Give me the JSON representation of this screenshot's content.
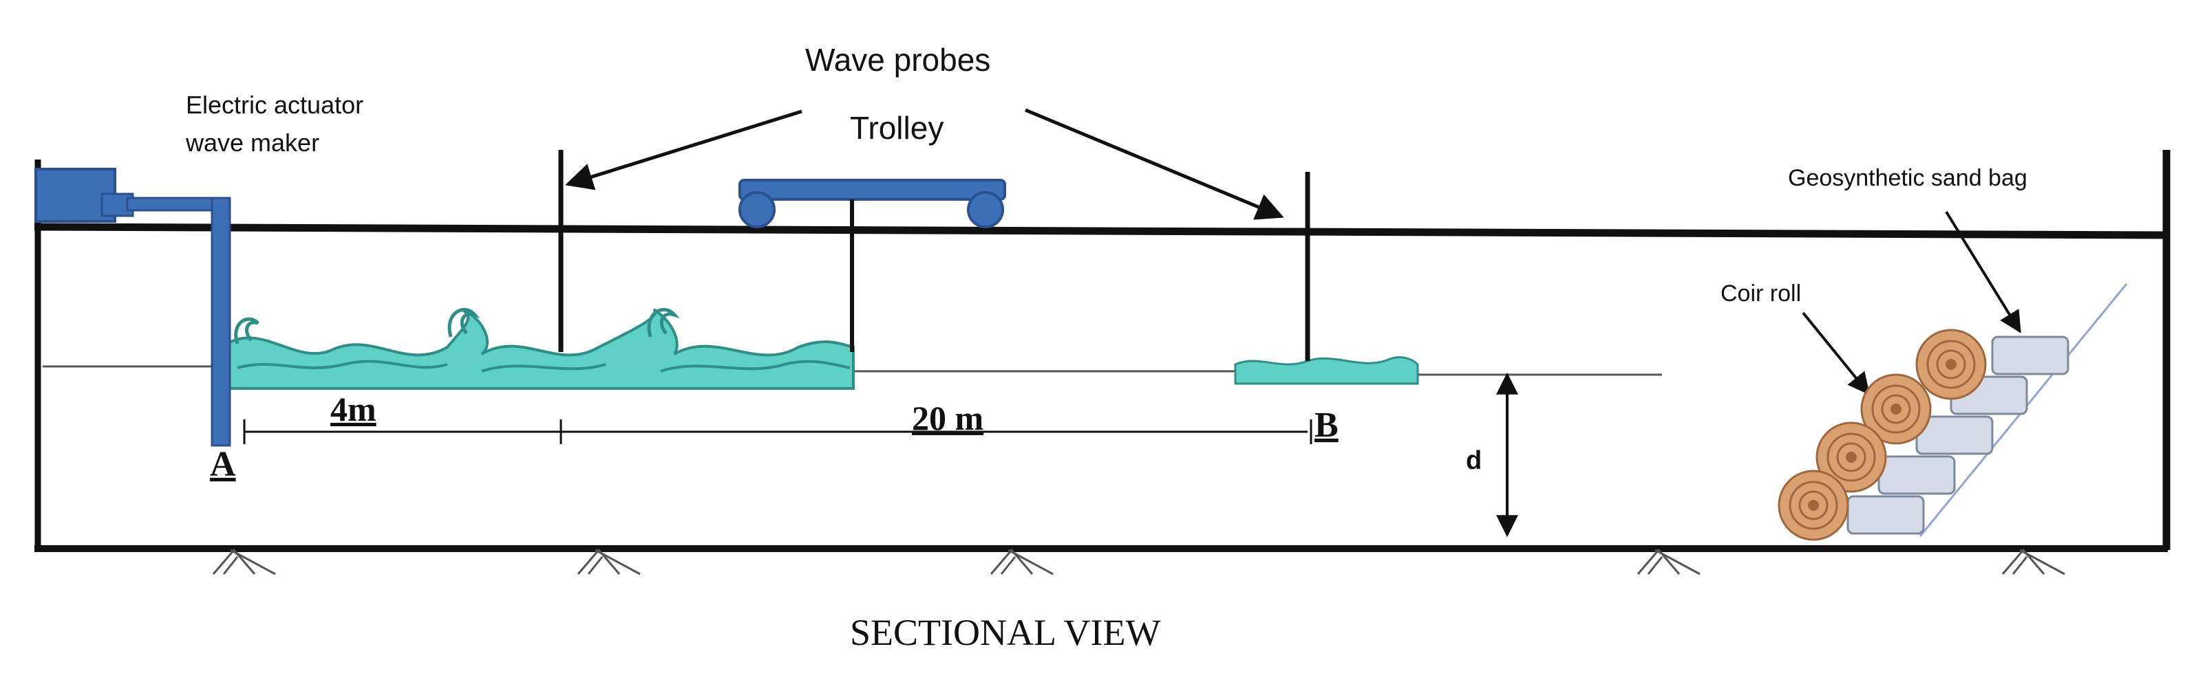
{
  "labels": {
    "wave_probes": "Wave probes",
    "trolley": "Trolley",
    "actuator_line1": "Electric actuator",
    "actuator_line2": "wave maker",
    "geo_bag": "Geosynthetic sand bag",
    "coir_roll": "Coir roll",
    "dist_4m": "4m",
    "dist_20m": "20 m",
    "point_a": "A",
    "point_b": "B",
    "depth": "d",
    "caption": "SECTIONAL VIEW"
  },
  "colors": {
    "line": "#111111",
    "actuator_blue": "#3d6fb6",
    "actuator_dark": "#2a5190",
    "water": "#5fd0c6",
    "water_dark": "#2d8f88",
    "coir": "#d9a070",
    "coir_ring": "#a0673c",
    "bag": "#d4dbe6",
    "bag_edge": "#7d889a",
    "slope": "#8fa6d8"
  }
}
